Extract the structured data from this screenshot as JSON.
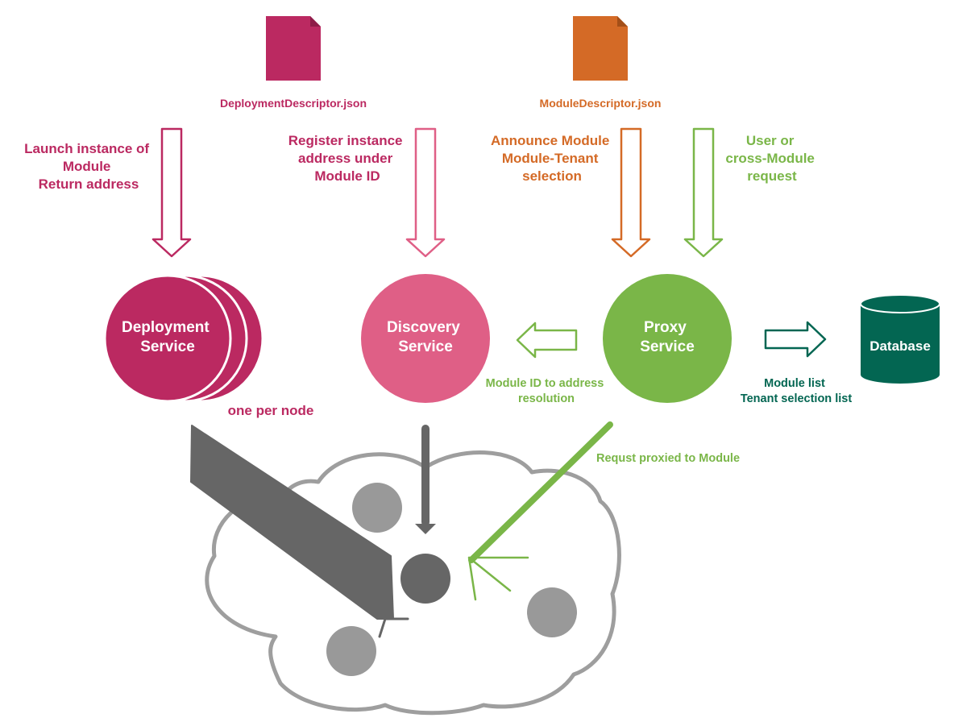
{
  "colors": {
    "magenta": "#bb2961",
    "pink": "#df5f86",
    "orange": "#d46a26",
    "green": "#7ab648",
    "teal": "#036652",
    "gray_dark": "#666666",
    "gray_mid": "#999999",
    "gray_light": "#9e9e9e"
  },
  "icons": {
    "deployment_file": "document-icon",
    "module_file": "document-icon",
    "database": "database-cylinder-icon"
  },
  "files": {
    "deployment_descriptor": "DeploymentDescriptor.json",
    "module_descriptor": "ModuleDescriptor.json"
  },
  "arrow_labels": {
    "launch": [
      "Launch instance of",
      "Module",
      "Return address"
    ],
    "register": [
      "Register instance",
      "address under",
      "Module ID"
    ],
    "announce": [
      "Announce Module",
      "Module-Tenant",
      "selection"
    ],
    "request": [
      "User or",
      "cross-Module",
      "request"
    ]
  },
  "services": {
    "deployment": [
      "Deployment",
      "Service"
    ],
    "discovery": [
      "Discovery",
      "Service"
    ],
    "proxy": [
      "Proxy",
      "Service"
    ]
  },
  "database": {
    "label": "Database",
    "notes": [
      "Module list",
      "Tenant selection list"
    ]
  },
  "notes": {
    "one_per_node": "one per node",
    "resolution": [
      "Module ID to address",
      "resolution"
    ],
    "proxied": "Requst proxied to Module"
  }
}
